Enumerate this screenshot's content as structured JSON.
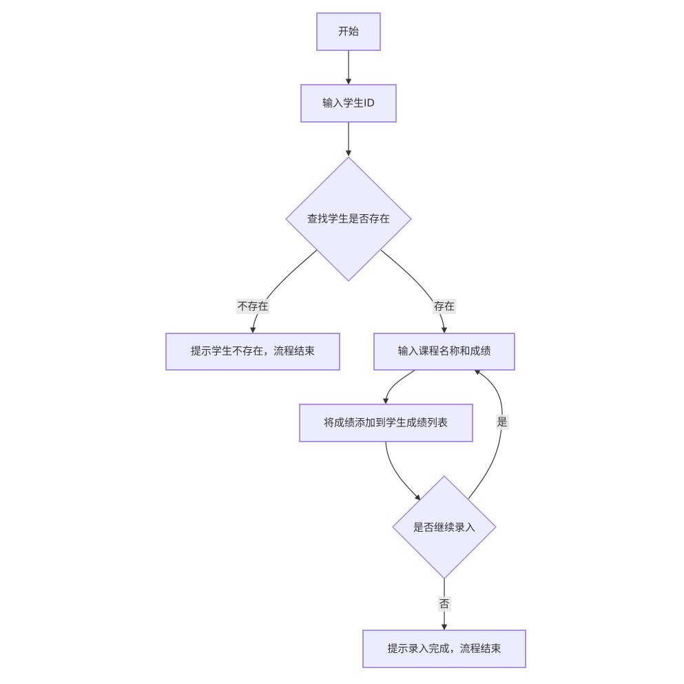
{
  "diagram": {
    "nodes": {
      "start": "开始",
      "input_id": "输入学生ID",
      "check_exists": "查找学生是否存在",
      "not_exist_end": "提示学生不存在，流程结束",
      "input_course": "输入课程名称和成绩",
      "add_grade": "将成绩添加到学生成绩列表",
      "continue_q": "是否继续录入",
      "done_end": "提示录入完成，流程结束"
    },
    "edges": {
      "not_exist": "不存在",
      "exists": "存在",
      "yes": "是",
      "no": "否"
    },
    "colors": {
      "node_fill": "#ECECFF",
      "node_stroke": "#9370DB",
      "edge": "#333333",
      "label_bg": "#e8e8e8"
    }
  }
}
